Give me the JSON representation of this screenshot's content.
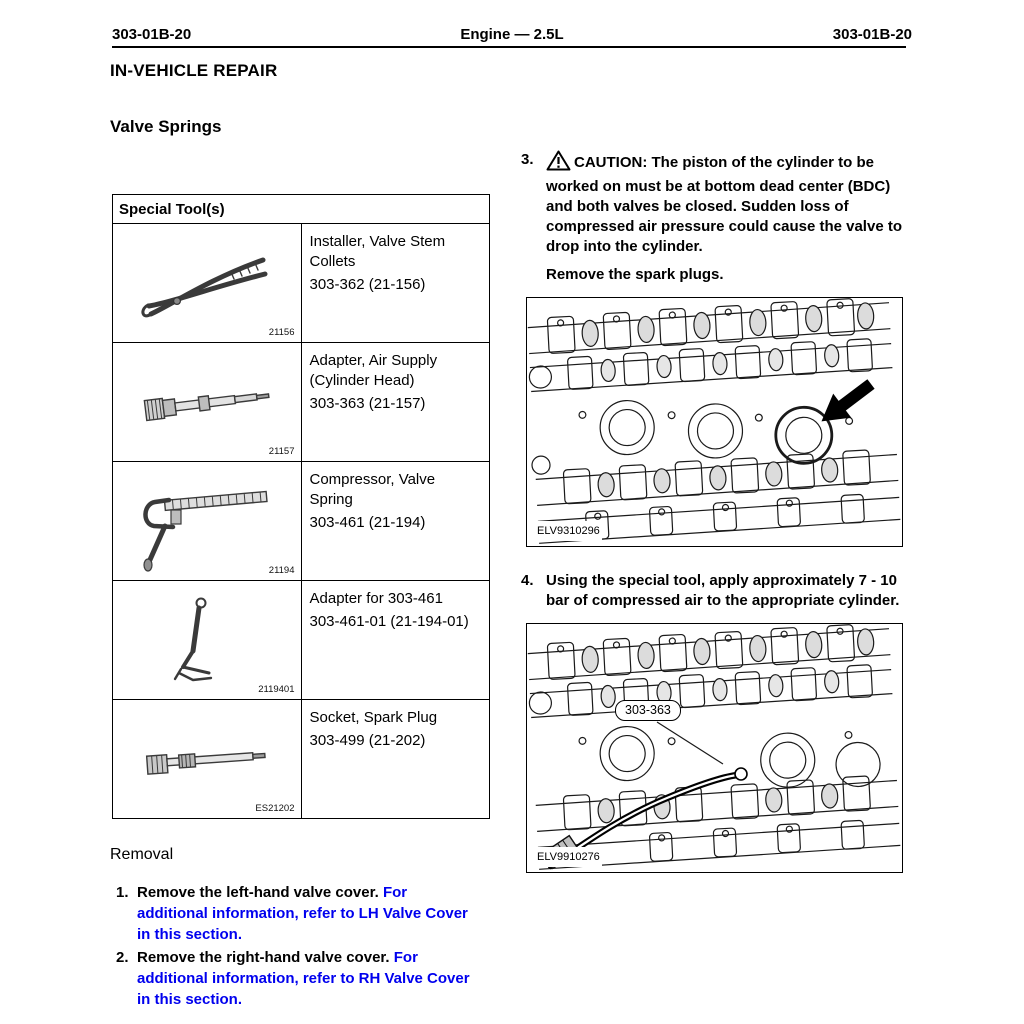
{
  "colors": {
    "background": "#FFFFFF",
    "text": "#000000",
    "link": "#0000EE"
  },
  "header": {
    "left_code": "303-01B-20",
    "title": "Engine — 2.5L",
    "right_code": "303-01B-20"
  },
  "sections": {
    "in_vehicle_repair": "IN-VEHICLE REPAIR",
    "valve_springs": "Valve Springs",
    "removal": "Removal"
  },
  "special_tools": {
    "header": "Special Tool(s)",
    "rows": [
      {
        "name": "Installer, Valve Stem Collets",
        "part": "303-362 (21-156)",
        "figure_id": "21156",
        "icon": "collet-installer-pliers"
      },
      {
        "name": "Adapter, Air Supply (Cylinder Head)",
        "part": "303-363 (21-157)",
        "figure_id": "21157",
        "icon": "air-supply-adapter"
      },
      {
        "name": "Compressor, Valve Spring",
        "part": "303-461 (21-194)",
        "figure_id": "21194",
        "icon": "valve-spring-compressor"
      },
      {
        "name": "Adapter for 303-461",
        "part": "303-461-01 (21-194-01)",
        "figure_id": "2119401",
        "icon": "compressor-adapter"
      },
      {
        "name": "Socket, Spark Plug",
        "part": "303-499 (21-202)",
        "figure_id": "ES21202",
        "icon": "spark-plug-socket"
      }
    ]
  },
  "steps": [
    {
      "number": "1.",
      "text": "Remove the left-hand valve cover.",
      "reference": "For additional information, refer to LH Valve Cover in this section."
    },
    {
      "number": "2.",
      "text": "Remove the right-hand valve cover.",
      "reference": "For additional information, refer to RH Valve Cover in this section."
    },
    {
      "number": "3.",
      "caution_label": "CAUTION:",
      "caution_text": "The piston of the cylinder to be worked on must be at bottom dead center (BDC) and both valves be closed. Sudden loss of compressed air pressure could cause the valve to drop into the cylinder.",
      "instruction": "Remove the spark plugs.",
      "figure_code": "ELV9310296"
    },
    {
      "number": "4.",
      "text": "Using the special tool, apply approximately 7 - 10 bar of compressed air to the appropriate cylinder.",
      "figure_callout": "303-363",
      "figure_code": "ELV9910276"
    }
  ]
}
